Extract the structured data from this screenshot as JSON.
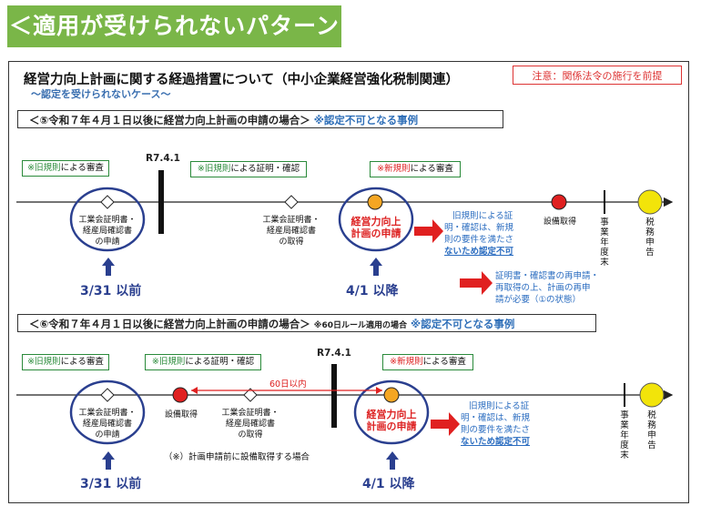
{
  "banner": "＜適用が受けられないパターン＞",
  "title": "経営力向上計画に関する経過措置について（中小企業経営強化税制関連）",
  "subtitle": "～認定を受けられないケース～",
  "notice": "注意：関係法令の施行を前提",
  "section1": {
    "heading": "＜⑤令和７年４月１日以後に経営力向上計画の申請の場合＞",
    "heading_note": "※認定不可となる事例",
    "date_marker": "R7.4.1",
    "tag_old_review": {
      "prefix": "※",
      "term": "旧規則",
      "suffix": "による審査"
    },
    "tag_old_cert": {
      "prefix": "※",
      "term": "旧規則",
      "suffix": "による証明・確認"
    },
    "tag_new_review": {
      "prefix": "※",
      "term": "新規則",
      "suffix": "による審査"
    },
    "application_label": [
      "工業会証明書・",
      "経産局確認書",
      "の申請"
    ],
    "acquire_label": [
      "工業会証明書・",
      "経産局確認書",
      "の取得"
    ],
    "plan_label": [
      "経営力向上",
      "計画の申請"
    ],
    "note_lines": [
      "旧規則による証",
      "明・確認は、新規",
      "則の要件を満たさ",
      "ないため認定不可"
    ],
    "equipment_label": "設備取得",
    "fiscal_end": "事業年度末",
    "tax_filing": "税務申告",
    "reapply_lines": [
      "証明書・確認書の再申請・",
      "再取得の上、計画の再申",
      "請が必要（①の状態）"
    ],
    "before": "3/31 以前",
    "after": "4/1 以降"
  },
  "section2": {
    "heading": "＜⑥令和７年４月１日以後に経営力向上計画の申請の場合＞",
    "heading_small": "※60日ルール適用の場合",
    "heading_note": "※認定不可となる事例",
    "date_marker": "R7.4.1",
    "tag_old_review": {
      "prefix": "※",
      "term": "旧規則",
      "suffix": "による審査"
    },
    "tag_old_cert": {
      "prefix": "※",
      "term": "旧規則",
      "suffix": "による証明・確認"
    },
    "tag_new_review": {
      "prefix": "※",
      "term": "新規則",
      "suffix": "による審査"
    },
    "application_label": [
      "工業会証明書・",
      "経産局確認書",
      "の申請"
    ],
    "acquire_label": [
      "工業会証明書・",
      "経産局確認書",
      "の取得"
    ],
    "plan_label": [
      "経営力向上",
      "計画の申請"
    ],
    "equipment_label": "設備取得",
    "sixty_days": "60日以内",
    "footnote": "（※）計画申請前に設備取得する場合",
    "note_lines": [
      "旧規則による証",
      "明・確認は、新規",
      "則の要件を満たさ",
      "ないため認定不可"
    ],
    "fiscal_end": "事業年度末",
    "tax_filing": "税務申告",
    "before": "3/31 以前",
    "after": "4/1 以降"
  },
  "colors": {
    "accent_green": "#7ab648",
    "line_blue": "#2a3f8f",
    "alert_red": "#e02020",
    "marker_orange": "#f5a623",
    "marker_yellow": "#f2e40a"
  }
}
